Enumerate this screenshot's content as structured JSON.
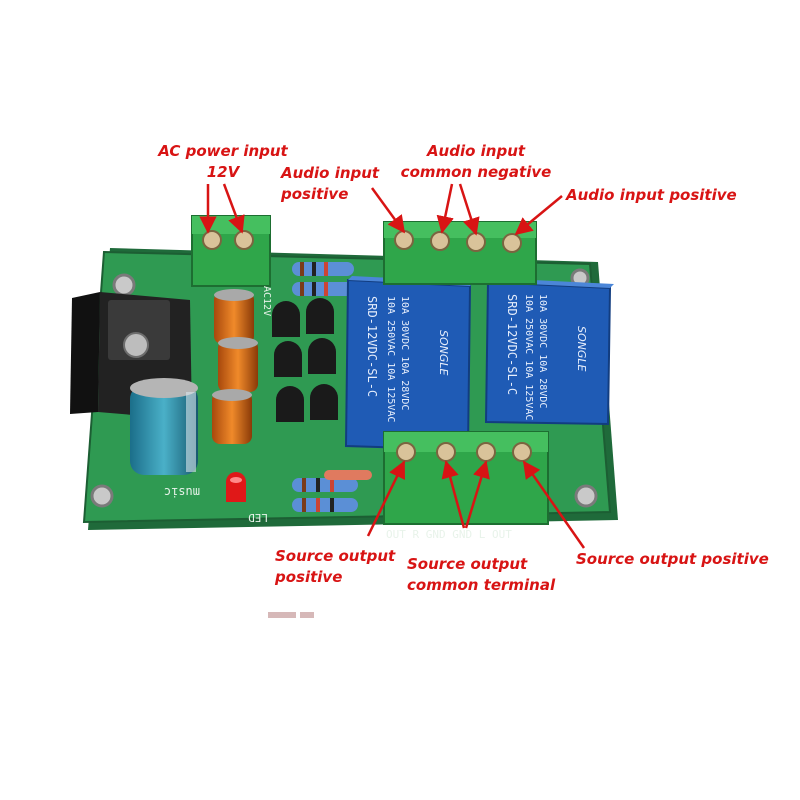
{
  "colors": {
    "annotation": "#d81414",
    "pcb": "#2f9a52",
    "terminal": "#2fa64a",
    "relay": "#1f5bb5"
  },
  "labels": {
    "ac_power_line1": "AC power input",
    "ac_power_line2": "12V",
    "audio_in_pos_left_line1": "Audio input",
    "audio_in_pos_left_line2": "positive",
    "audio_in_common_line1": "Audio input",
    "audio_in_common_line2": "common negative",
    "audio_in_pos_right": "Audio input positive",
    "src_out_pos_left_line1": "Source output",
    "src_out_pos_left_line2": "positive",
    "src_out_common_line1": "Source output",
    "src_out_common_line2": "common terminal",
    "src_out_pos_right": "Source output positive"
  },
  "board": {
    "silkscreen_bottom": "OUT R  GND GND  L  OUT",
    "silkscreen_led": "LED",
    "silkscreen_music": "music",
    "silkscreen_ac": "AC12V",
    "relays": [
      {
        "brand": "SONGLE",
        "model": "SRD-12VDC-SL-C",
        "rating1": "10A 250VAC  10A 125VAC",
        "rating2": "10A 30VDC  10A 28VDC"
      },
      {
        "brand": "SONGLE",
        "model": "SRD-12VDC-SL-C",
        "rating1": "10A 250VAC  10A 125VAC",
        "rating2": "10A 30VDC  10A 28VDC"
      }
    ]
  }
}
